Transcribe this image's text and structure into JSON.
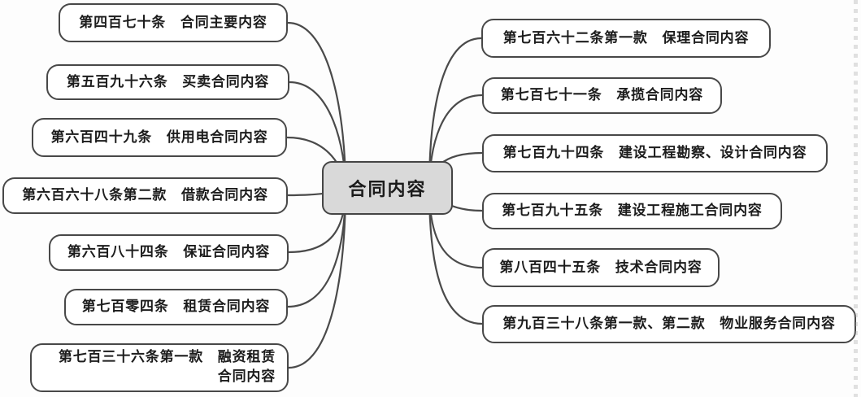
{
  "center": {
    "label": "合同内容"
  },
  "left_nodes": [
    {
      "label": "第四百七十条　合同主要内容"
    },
    {
      "label": "第五百九十六条　买卖合同内容"
    },
    {
      "label": "第六百四十九条　供用电合同内容"
    },
    {
      "label": "第六百六十八条第二款　借款合同内容"
    },
    {
      "label": "第六百八十四条　保证合同内容"
    },
    {
      "label": "第七百零四条　租赁合同内容"
    },
    {
      "label_line1": "第七百三十六条第一款　融资租赁",
      "label_line2": "合同内容"
    }
  ],
  "right_nodes": [
    {
      "label": "第七百六十二条第一款　保理合同内容"
    },
    {
      "label": "第七百七十一条　承揽合同内容"
    },
    {
      "label": "第七百九十四条　建设工程勘察、设计合同内容"
    },
    {
      "label": "第七百九十五条　建设工程施工合同内容"
    },
    {
      "label": "第八百四十五条　技术合同内容"
    },
    {
      "label": "第九百三十八条第一款、第二款　物业服务合同内容"
    }
  ],
  "colors": {
    "line": "#4a4a4a",
    "node_border": "#484848",
    "center_fill": "#d9d9d9",
    "node_fill": "#ffffff"
  }
}
